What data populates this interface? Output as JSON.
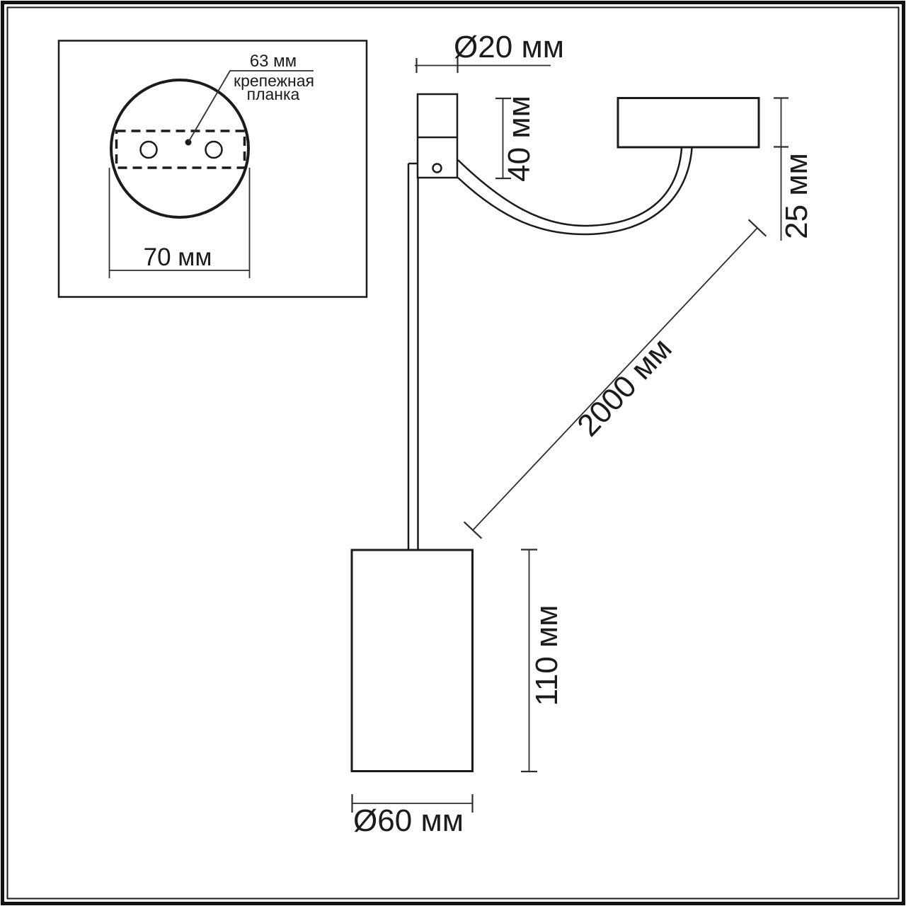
{
  "page": {
    "background": "#ffffff",
    "line_color": "#1b1b1b",
    "dimension_line_color": "#2e2e2e"
  },
  "inset": {
    "hole_spacing_label": "63 мм",
    "bracket_label_line1": "крепежная",
    "bracket_label_line2": "планка",
    "plate_width_label": "70 мм"
  },
  "dimensions": {
    "rod_diameter_label": "Ø20 мм",
    "fitting_height_label": "40 мм",
    "canopy_height_label": "25 мм",
    "cable_length_label": "2000 мм",
    "shade_height_label": "110 мм",
    "shade_diameter_label": "Ø60 мм"
  }
}
